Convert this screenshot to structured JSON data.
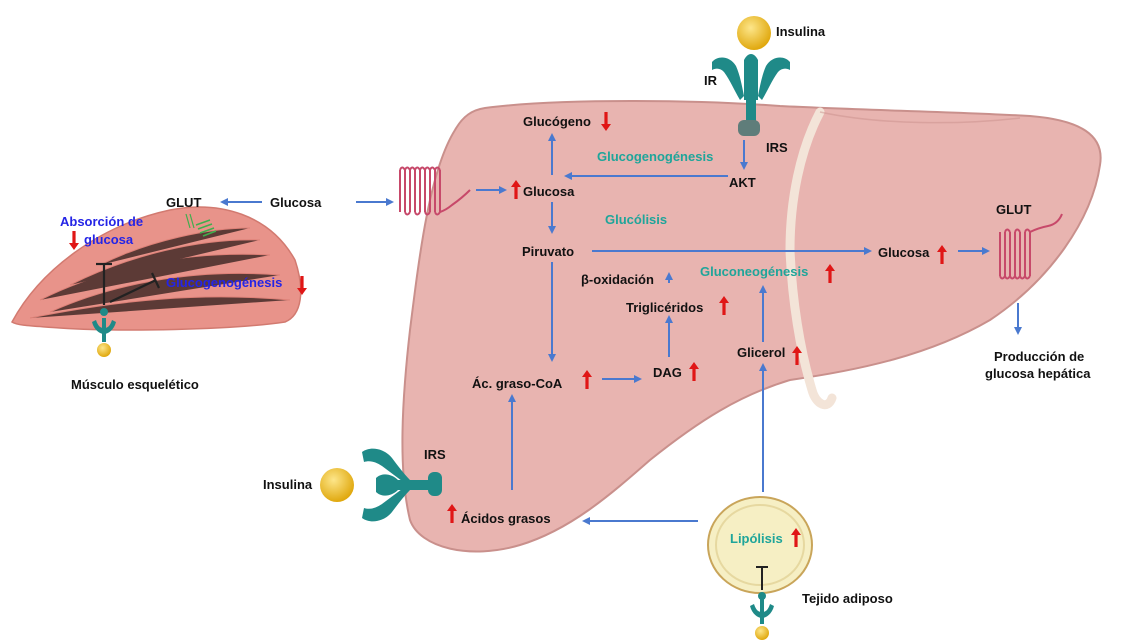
{
  "labels": {
    "insulina_top": "Insulina",
    "ir": "IR",
    "irs_top": "IRS",
    "akt": "AKT",
    "glucogeno": "Glucógeno",
    "glucogenogenesis_liver": "Glucogenogénesis",
    "glucosa_liver": "Glucosa",
    "glucolisis": "Glucólisis",
    "piruvato": "Piruvato",
    "beta_oxidacion": "β-oxidación",
    "gluconeogenesis": "Gluconeogénesis",
    "trigliceridos": "Triglicéridos",
    "ac_graso_coa": "Ác. graso-CoA",
    "dag": "DAG",
    "glicerol": "Glicerol",
    "glucosa_right": "Glucosa",
    "glut_right": "GLUT",
    "produccion_line1": "Producción de",
    "produccion_line2": "glucosa hepática",
    "glucosa_left": "Glucosa",
    "glut_left": "GLUT",
    "absorcion_line1": "Absorción de",
    "absorcion_line2": "glucosa",
    "glucogenogenesis_muscle": "Glucogenogénesis",
    "musculo": "Músculo esquelético",
    "insulina_bottom": "Insulina",
    "irs_bottom": "IRS",
    "acidos_grasos": "Ácidos grasos",
    "lipolisis": "Lipólisis",
    "tejido_adiposo": "Tejido adiposo"
  },
  "colors": {
    "liver": "#e8b4b0",
    "liver_stroke": "#c9908c",
    "muscle": "#e8938a",
    "adipose": "#f6efc4",
    "insulin": "#f2c21b",
    "receptor": "#1f8a88",
    "arrow": "#4a79cf",
    "up_arrow": "#e01616",
    "process_text": "#1fa59a",
    "muscle_text": "#2424e6"
  }
}
